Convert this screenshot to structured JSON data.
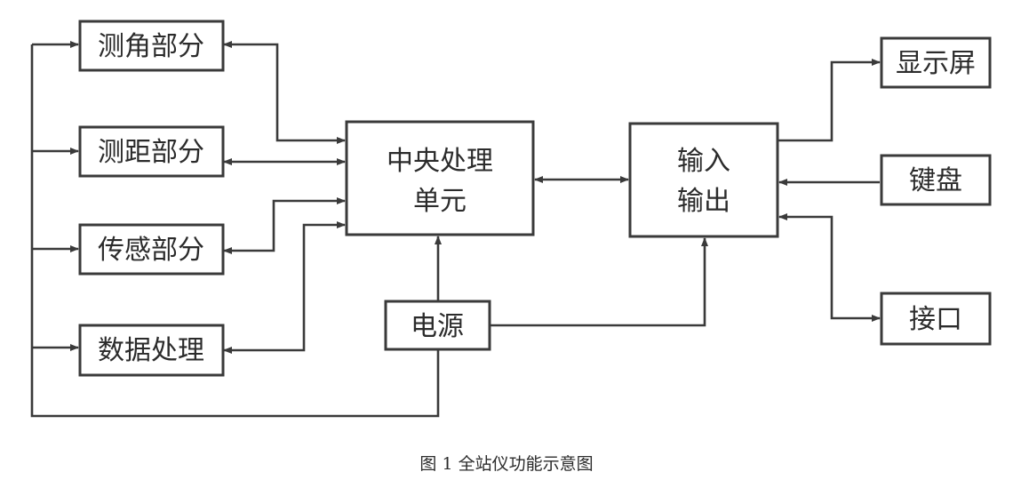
{
  "diagram": {
    "nodes": {
      "angle": "测角部分",
      "distance": "测距部分",
      "sensor": "传感部分",
      "dataproc": "数据处理",
      "cpu_line1": "中央处理",
      "cpu_line2": "单元",
      "power": "电源",
      "io_line1": "输入",
      "io_line2": "输出",
      "display": "显示屏",
      "keyboard": "键盘",
      "port": "接口"
    },
    "caption": "图 1 全站仪功能示意图"
  },
  "colors": {
    "line": "#3a3a3a",
    "text": "#2b2b2b",
    "background": "#ffffff"
  }
}
